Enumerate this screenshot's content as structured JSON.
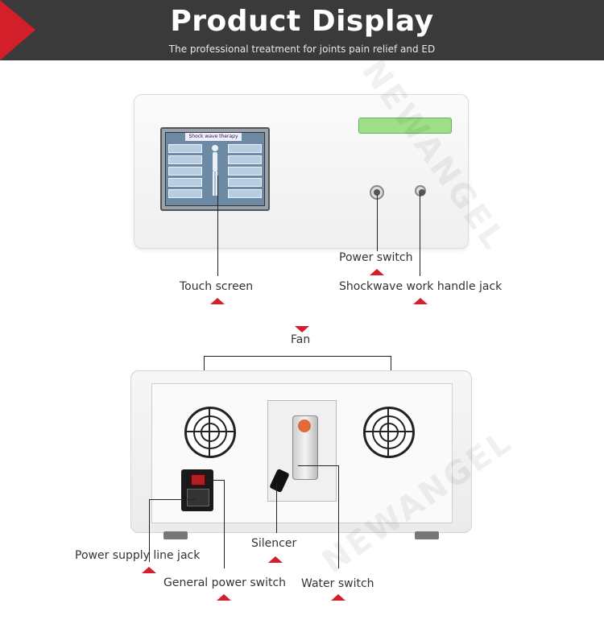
{
  "header": {
    "title": "Product Display",
    "subtitle": "The professional treatment for joints pain relief and ED"
  },
  "watermark": "NEWANGEL",
  "front_view": {
    "screen_title": "Shock wave therapy",
    "labels": {
      "touch_screen": "Touch screen",
      "power_switch": "Power switch",
      "handle_jack": "Shockwave work handle jack"
    }
  },
  "back_view": {
    "labels": {
      "fan": "Fan",
      "silencer": "Silencer",
      "power_supply_line_jack": "Power supply line jack",
      "general_power_switch": "General power switch",
      "water_switch": "Water switch"
    }
  },
  "colors": {
    "header_bg": "#3a3a3a",
    "accent_red": "#d21f2a",
    "screen_bar_green": "#9ee08a"
  }
}
